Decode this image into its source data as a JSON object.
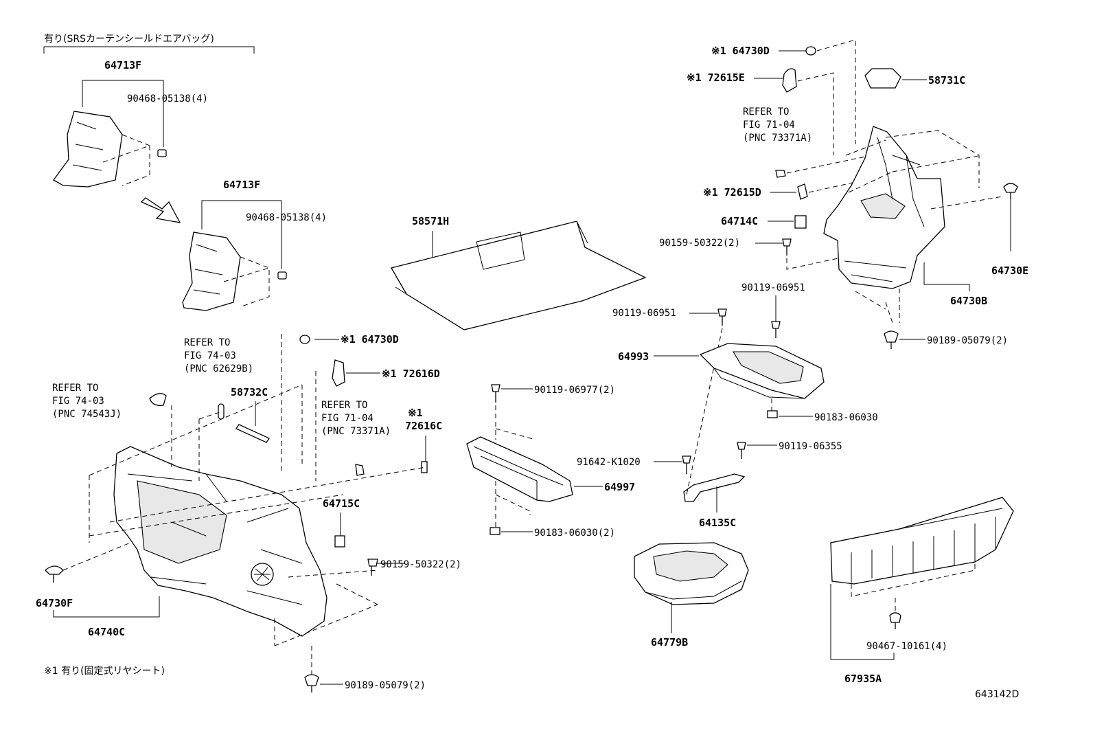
{
  "notes": {
    "top_left": "有り(SRSカーテンシールドエアバッグ)",
    "bottom_left": "※1 有り(固定式リヤシート)",
    "figure_id": "643142D"
  },
  "labels": {
    "l_64713F_a": "64713F",
    "l_90468_a": "90468-05138(4)",
    "l_64713F_b": "64713F",
    "l_90468_b": "90468-05138(4)",
    "l_58571H": "58571H",
    "l_refer1_a": "REFER TO",
    "l_refer1_b": "FIG 74-03",
    "l_refer1_c": "(PNC 62629B)",
    "l_refer2_a": "REFER TO",
    "l_refer2_b": "FIG 74-03",
    "l_refer2_c": "(PNC 74543J)",
    "l_refer3_a": "REFER TO",
    "l_refer3_b": "FIG 71-04",
    "l_refer3_c": "(PNC 73371A)",
    "l_refer4_a": "REFER TO",
    "l_refer4_b": "FIG 71-04",
    "l_refer4_c": "(PNC 73371A)",
    "l_64730D_a": "※1 64730D",
    "l_72616D": "※1 72616D",
    "l_58732C": "58732C",
    "l_72616C_a": "※1",
    "l_72616C_b": "72616C",
    "l_64715C": "64715C",
    "l_90159_a": "90159-50322(2)",
    "l_64730F": "64730F",
    "l_64740C": "64740C",
    "l_90189_a": "90189-05079(2)",
    "l_90119_06977": "90119-06977(2)",
    "l_64997": "64997",
    "l_90183_a": "90183-06030(2)",
    "l_64779B": "64779B",
    "l_91642": "91642-K1020",
    "l_90119_06355": "90119-06355",
    "l_64135C": "64135C",
    "l_64993": "64993",
    "l_90119_06951_a": "90119-06951",
    "l_90119_06951_b": "90119-06951",
    "l_90183_b": "90183-06030",
    "l_64730D_b": "※1 64730D",
    "l_72615E": "※1 72615E",
    "l_58731C": "58731C",
    "l_72615D": "※1 72615D",
    "l_64714C": "64714C",
    "l_90159_b": "90159-50322(2)",
    "l_64730E": "64730E",
    "l_64730B": "64730B",
    "l_90189_b": "90189-05079(2)",
    "l_90467": "90467-10161(4)",
    "l_67935A": "67935A"
  }
}
